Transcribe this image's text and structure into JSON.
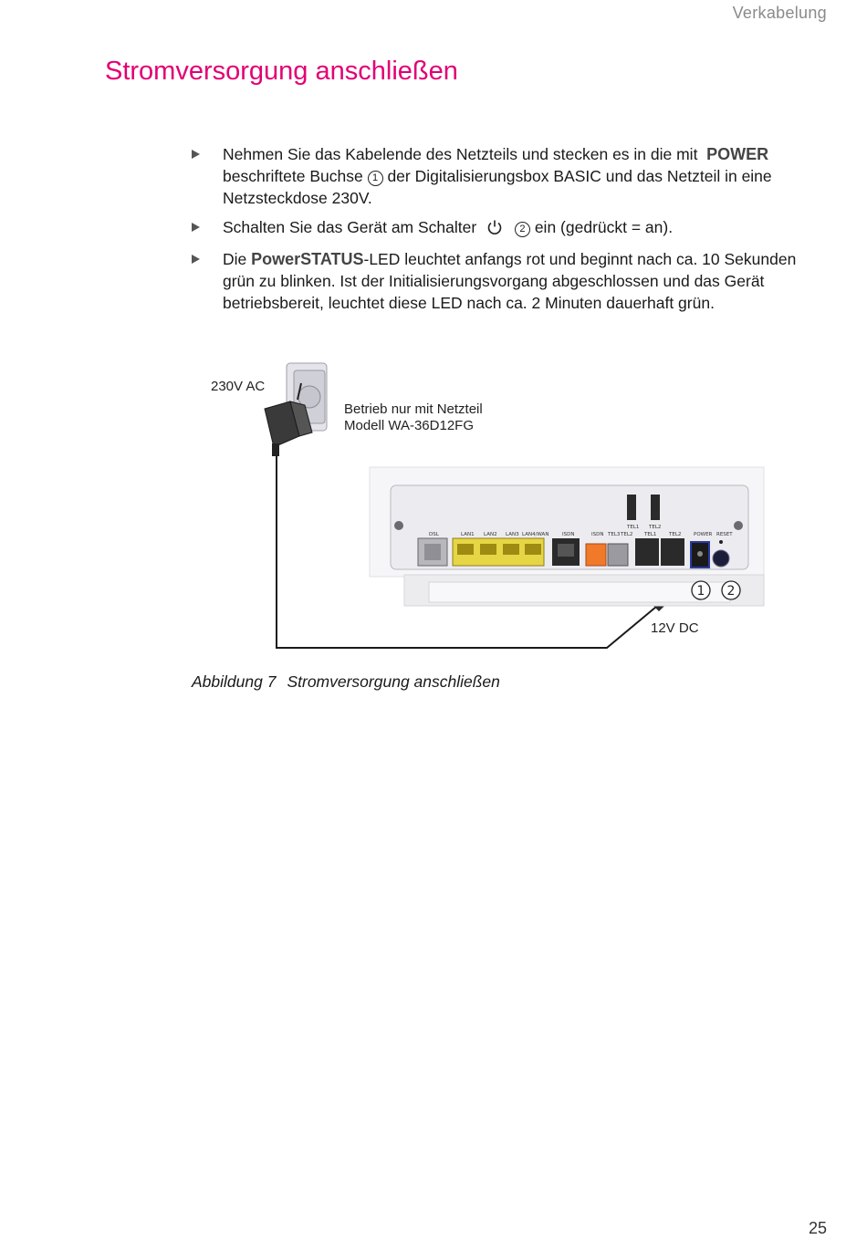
{
  "header": {
    "section": "Verkabelung"
  },
  "title": "Stromversorgung anschließen",
  "steps": {
    "s1": {
      "a": "Nehmen Sie das Kabelende des Netzteils und stecken es in die mit",
      "kw": "POWER",
      "b": "beschriftete Buchse",
      "n": "1",
      "c": "der Digitalisierungsbox BASIC und das Netzteil in eine Netzsteckdose 230V."
    },
    "s2": {
      "a": "Schalten Sie das Gerät am Schalter",
      "n": "2",
      "b": "ein (gedrückt = an)."
    },
    "s3": {
      "a": "Die",
      "kw": "PowerSTATUS",
      "b": "-LED leuchtet anfangs rot und beginnt nach ca. 10 Sekunden grün zu blinken. Ist der Initialisierungsvorgang abgeschlossen und das Gerät betriebsbereit, leuchtet diese LED nach ca. 2 Minuten dauerhaft grün."
    }
  },
  "figure": {
    "ac_label": "230V AC",
    "note_line1": "Betrieb nur mit Netzteil",
    "note_line2": "Modell  WA-36D12FG",
    "dc_label": "12V DC",
    "callout1": "1",
    "callout2": "2",
    "ports": [
      "DSL",
      "LAN1",
      "LAN2",
      "LAN3",
      "LAN4/WAN",
      "ISDN",
      "ISDN",
      "TEL3",
      "TEL2",
      "TEL1",
      "TEL2",
      "POWER",
      "RESET"
    ],
    "top_ports": [
      "TEL1",
      "TEL2"
    ]
  },
  "caption": {
    "number": "Abbildung 7",
    "text": "Stromversorgung anschließen"
  },
  "page_number": "25"
}
